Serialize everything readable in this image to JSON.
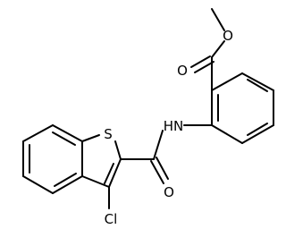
{
  "molecule": {
    "atoms": {
      "carbonyl_oxygen": "O",
      "ester_oxygen": "O",
      "amide_nitrogen": "HN",
      "thiophene_sulfur": "S",
      "amide_oxygen": "O",
      "chlorine": "Cl"
    }
  }
}
